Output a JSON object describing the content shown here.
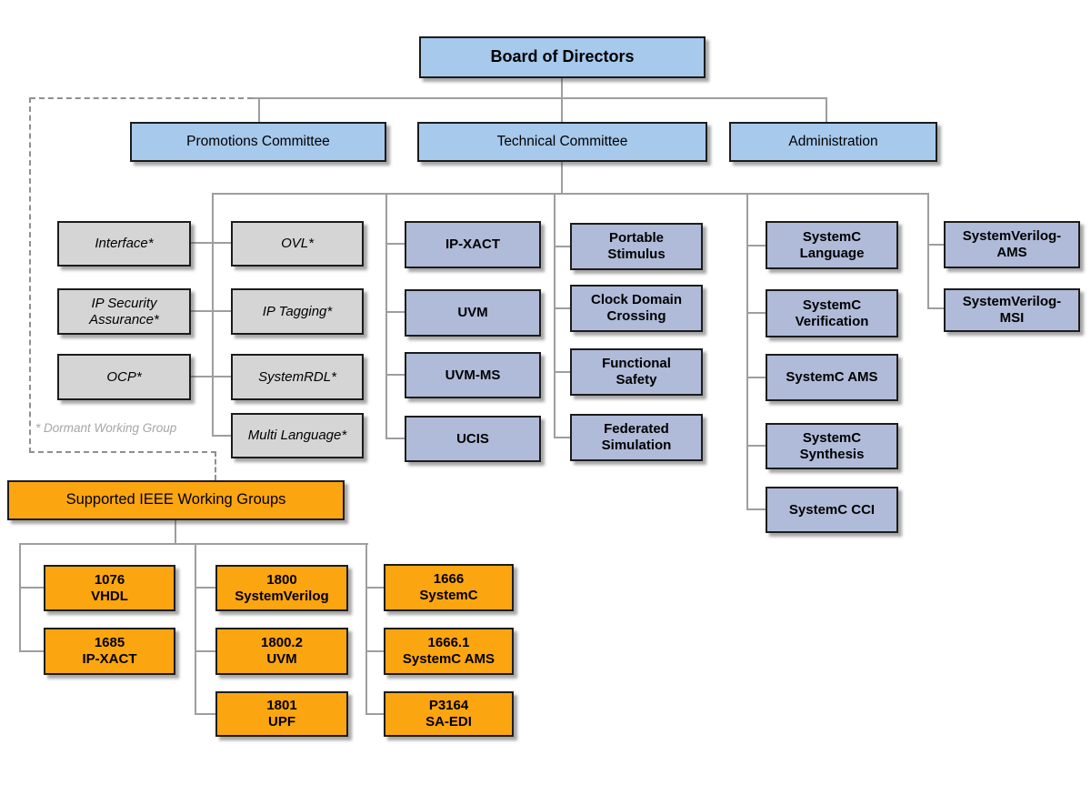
{
  "board": {
    "label": "Board of Directors"
  },
  "committees": {
    "promotions": "Promotions Committee",
    "technical": "Technical Committee",
    "administration": "Administration"
  },
  "dormant": {
    "note": "* Dormant Working Group",
    "col1": [
      "Interface*",
      "IP Security\nAssurance*",
      "OCP*"
    ],
    "col2": [
      "OVL*",
      "IP Tagging*",
      "SystemRDL*",
      "Multi Language*"
    ]
  },
  "technical_groups": {
    "col1": [
      "IP-XACT",
      "UVM",
      "UVM-MS",
      "UCIS"
    ],
    "col2": [
      "Portable\nStimulus",
      "Clock Domain\nCrossing",
      "Functional\nSafety",
      "Federated\nSimulation"
    ],
    "col3": [
      "SystemC\nLanguage",
      "SystemC\nVerification",
      "SystemC AMS",
      "SystemC\nSynthesis",
      "SystemC CCI"
    ],
    "col4": [
      "SystemVerilog-\nAMS",
      "SystemVerilog-\nMSI"
    ]
  },
  "ieee": {
    "header": "Supported IEEE Working Groups",
    "col1": [
      "1076\nVHDL",
      "1685\nIP-XACT"
    ],
    "col2": [
      "1800\nSystemVerilog",
      "1800.2\nUVM",
      "1801\nUPF"
    ],
    "col3": [
      "1666\nSystemC",
      "1666.1\nSystemC AMS",
      "P3164\nSA-EDI"
    ]
  },
  "colors": {
    "committee_blue": "#a6c9ec",
    "working_group_slate": "#afbbd8",
    "dormant_gray": "#d5d5d5",
    "ieee_orange": "#fba511",
    "connector_gray": "#9e9e9e"
  }
}
